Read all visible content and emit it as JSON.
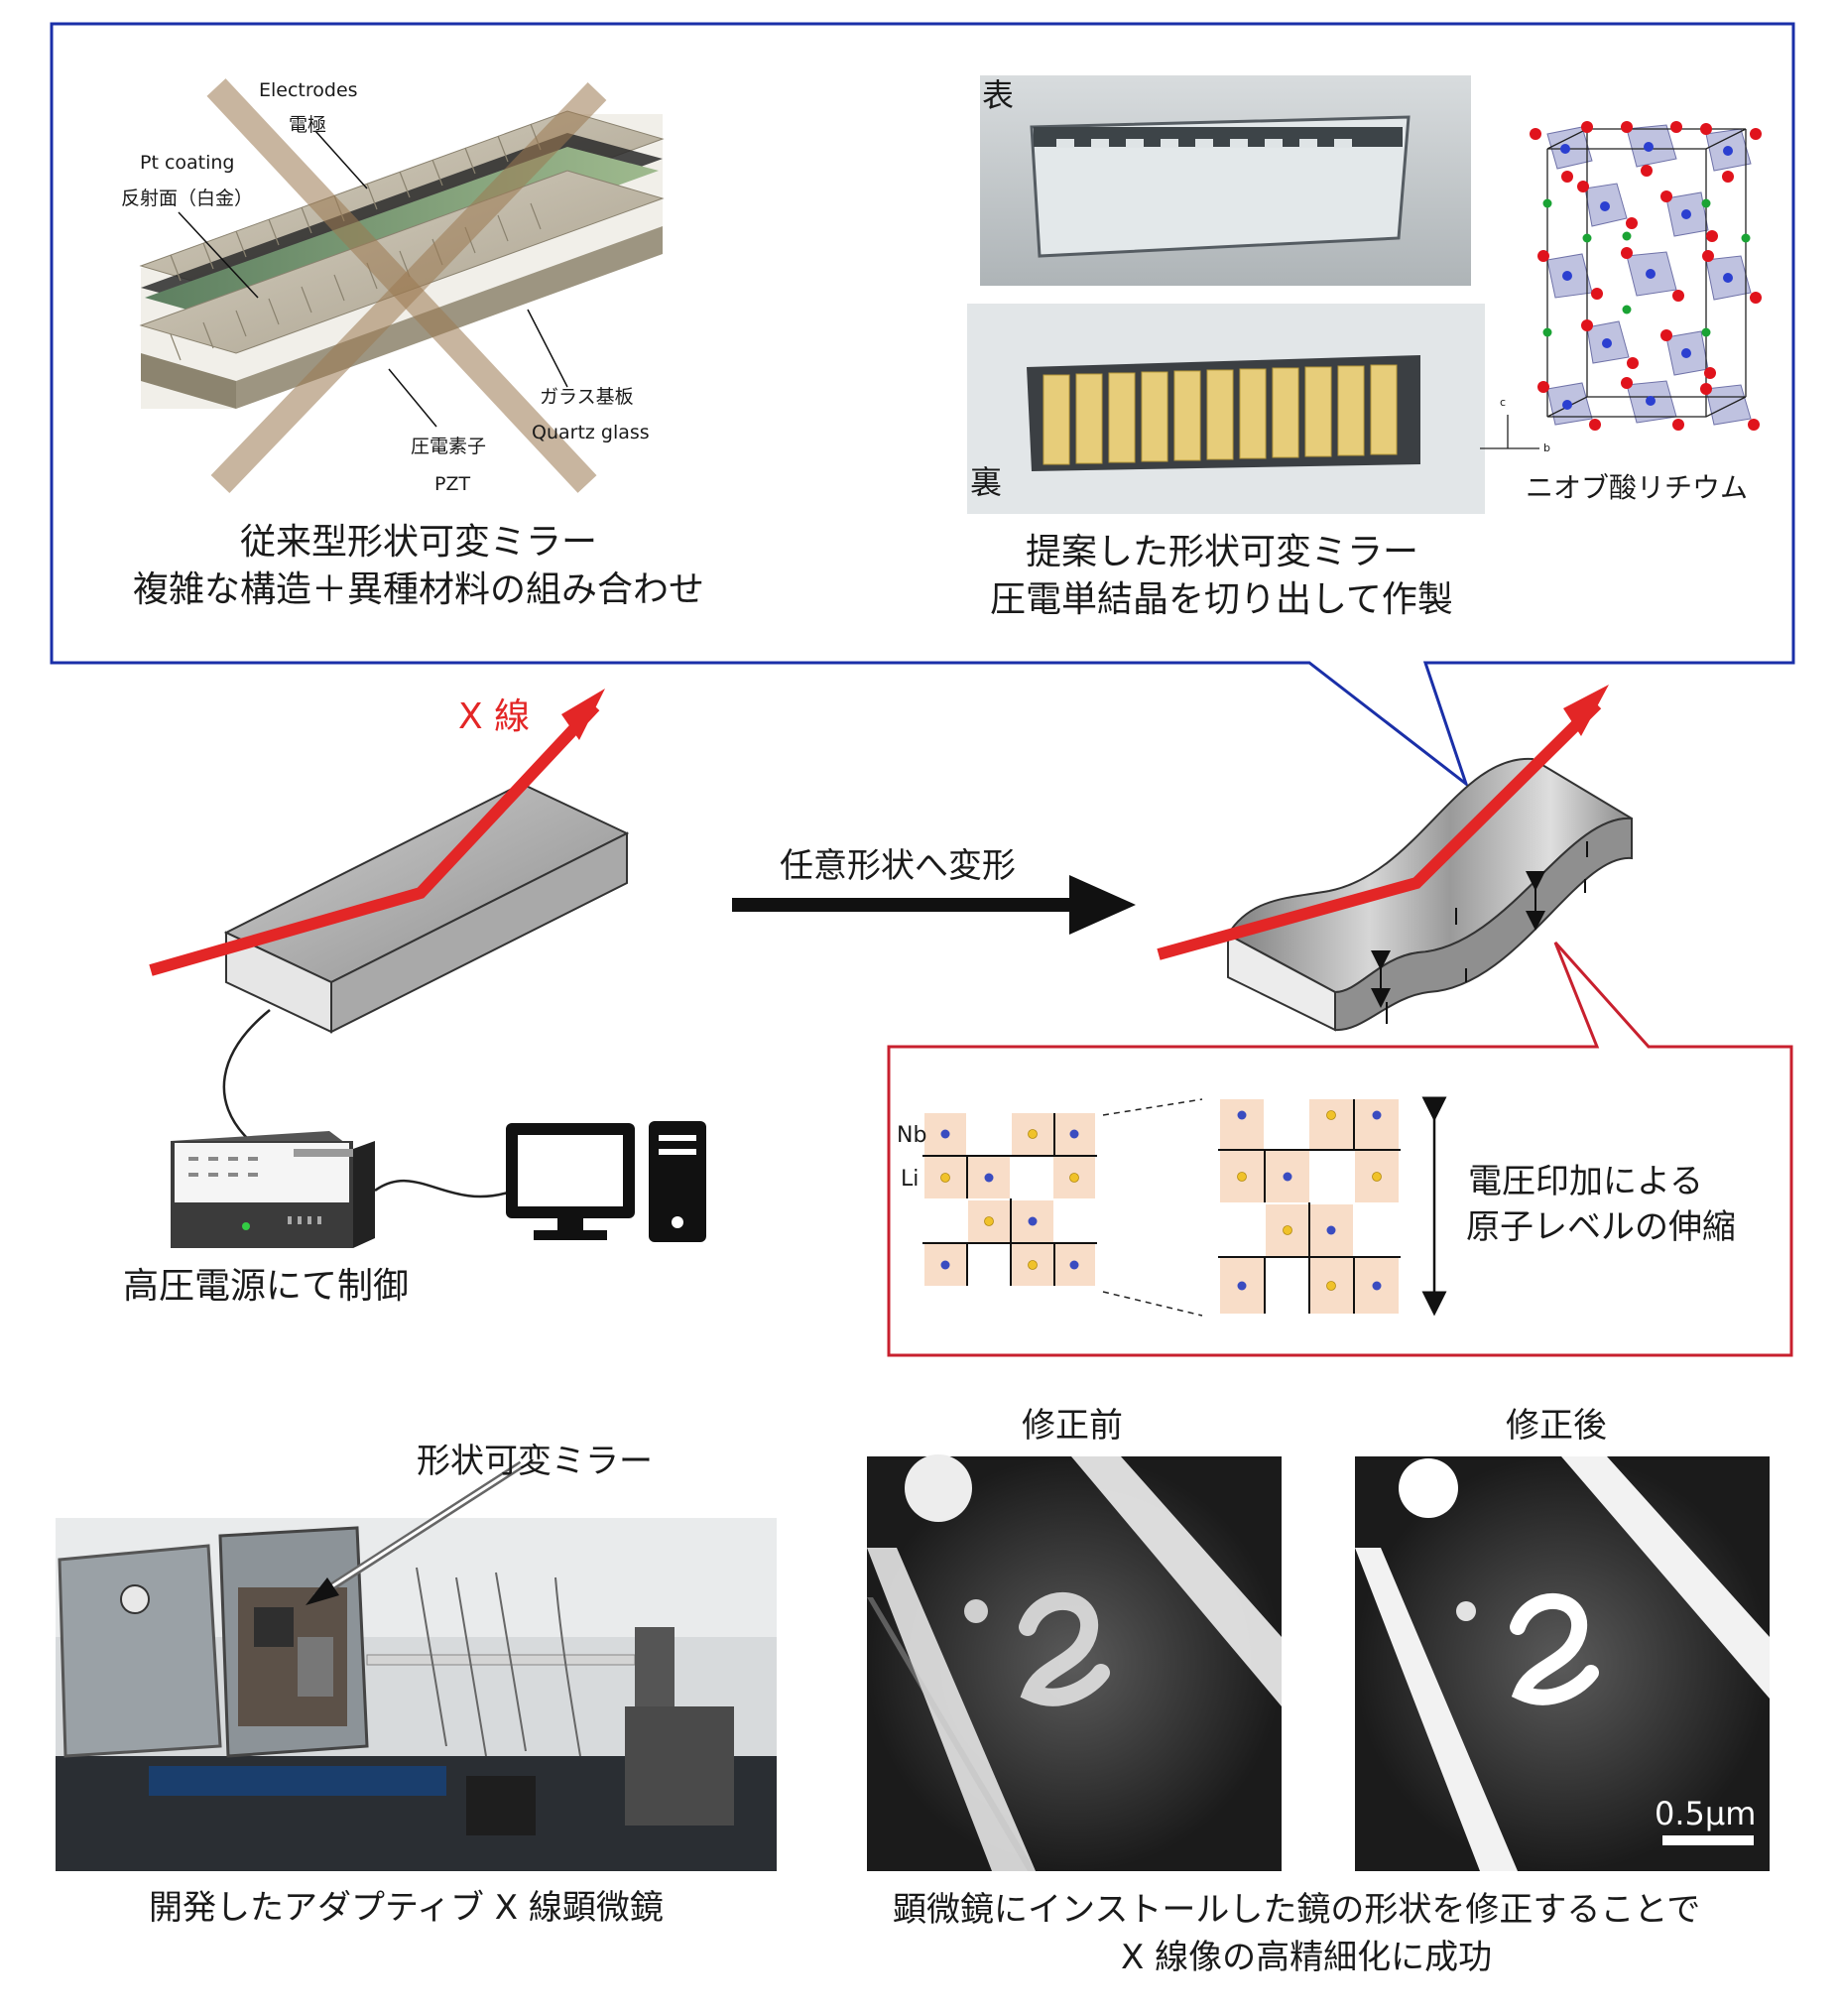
{
  "top_panel": {
    "left": {
      "label_electrodes_en": "Electrodes",
      "label_electrodes_ja": "電極",
      "label_coating_en": "Pt coating",
      "label_coating_ja": "反射面（白金）",
      "label_glass_ja": "ガラス基板",
      "label_glass_en": "Quartz glass",
      "label_pzt_ja": "圧電素子",
      "label_pzt_en": "PZT",
      "caption_line1": "従来型形状可変ミラー",
      "caption_line2": "複雑な構造＋異種材料の組み合わせ"
    },
    "right": {
      "label_front": "表",
      "label_back": "裏",
      "label_crystal": "ニオブ酸リチウム",
      "axis_c": "c",
      "axis_b": "b",
      "caption_line1": "提案した形状可変ミラー",
      "caption_line2": "圧電単結晶を切り出して作製"
    }
  },
  "middle": {
    "xray_label": "X 線",
    "deform_label": "任意形状へ変形",
    "power_caption": "高圧電源にて制御"
  },
  "atomic_panel": {
    "label_nb": "Nb",
    "label_li": "Li",
    "caption_line1": "電圧印加による",
    "caption_line2": "原子レベルの伸縮"
  },
  "bottom": {
    "mirror_label": "形状可変ミラー",
    "microscope_caption": "開発したアダプティブ X 線顕微鏡",
    "before_label": "修正前",
    "after_label": "修正後",
    "scalebar_label": "0.5μm",
    "result_caption_line1": "顕微鏡にインストールした鏡の形状を修正することで",
    "result_caption_line2": "X 線像の高精細化に成功"
  },
  "colors": {
    "blue_frame": "#1a2fa8",
    "red_frame": "#c8202e",
    "xray_red": "#e32626",
    "atom_blue": "#3a4cc0",
    "atom_yellow": "#f0c22a",
    "cell_fill": "#f8ddc8"
  }
}
